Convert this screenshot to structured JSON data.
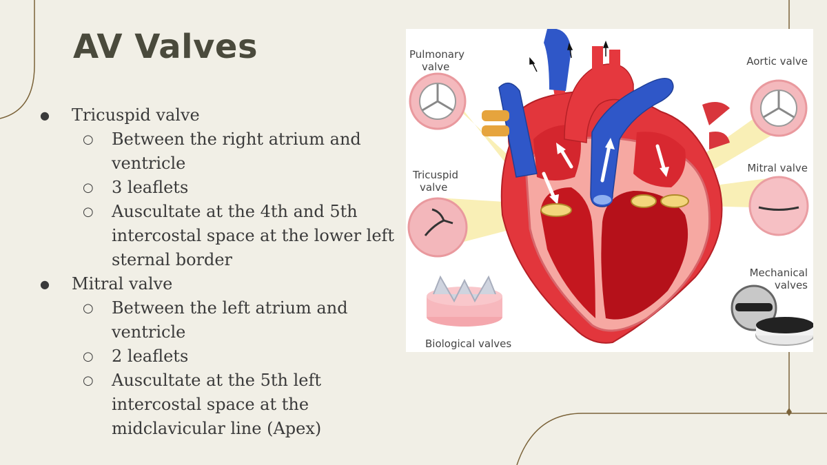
{
  "title": "AV Valves",
  "bullets": [
    {
      "text": "Tricuspid valve",
      "sub": [
        "Between the right atrium and ventricle",
        "3 leaflets",
        "Auscultate at the 4th and 5th intercostal space at the lower left sternal border"
      ]
    },
    {
      "text": "Mitral valve",
      "sub": [
        "Between the left atrium and ventricle",
        "2 leaflets",
        "Auscultate at the 5th left intercostal space at the midclavicular line (Apex)"
      ]
    }
  ],
  "figure": {
    "labels": {
      "pulmonary": [
        "Pulmonary",
        "valve"
      ],
      "aortic": "Aortic valve",
      "tricuspid": [
        "Tricuspid",
        "valve"
      ],
      "mitral": "Mitral valve",
      "mechanical": [
        "Mechanical",
        "valves"
      ],
      "biological": "Biological valves"
    }
  },
  "colors": {
    "background": "#f1efe6",
    "accent_line": "#7a6238",
    "title": "#4a4a3c"
  }
}
